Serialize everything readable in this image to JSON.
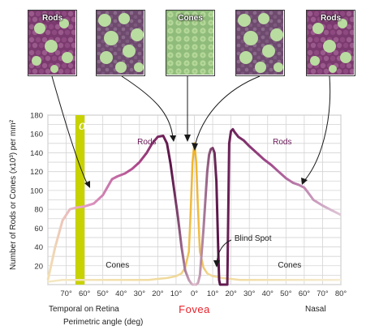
{
  "tiles": [
    {
      "label": "Rods",
      "kind": "rods"
    },
    {
      "label": "",
      "kind": "mixed"
    },
    {
      "label": "Cones",
      "kind": "cones"
    },
    {
      "label": "",
      "kind": "mixed"
    },
    {
      "label": "Rods",
      "kind": "rods"
    }
  ],
  "chart_data": {
    "type": "line",
    "panel_letter": "α",
    "ylabel": "Number of Rods or Cones (x10³) per mm²",
    "xlabel": "Perimetric angle (deg)",
    "x_left_note": "Temporal on Retina",
    "x_right_note": "Nasal",
    "x_center_label": "Fovea",
    "xlim": [
      -80,
      80
    ],
    "ylim": [
      0,
      180
    ],
    "y_ticks": [
      20,
      40,
      60,
      80,
      100,
      120,
      140,
      160,
      180
    ],
    "x_ticks": [
      {
        "value": -70,
        "label": "70°"
      },
      {
        "value": -60,
        "label": "60°"
      },
      {
        "value": -50,
        "label": "50°"
      },
      {
        "value": -40,
        "label": "40°"
      },
      {
        "value": -30,
        "label": "30°"
      },
      {
        "value": -20,
        "label": "20°"
      },
      {
        "value": -10,
        "label": "10°"
      },
      {
        "value": 0,
        "label": "0°"
      },
      {
        "value": 10,
        "label": "10°"
      },
      {
        "value": 20,
        "label": "20°"
      },
      {
        "value": 30,
        "label": "30°"
      },
      {
        "value": 40,
        "label": "40°"
      },
      {
        "value": 50,
        "label": "50°"
      },
      {
        "value": 60,
        "label": "60°"
      },
      {
        "value": 70,
        "label": "70°"
      },
      {
        "value": 80,
        "label": "80°"
      }
    ],
    "blind_spot_band": [
      -65,
      -60
    ],
    "series": [
      {
        "name": "Rods",
        "color": "#6a1b5a",
        "x": [
          -80,
          -76,
          -72,
          -68,
          -64,
          -60,
          -55,
          -50,
          -45,
          -42,
          -38,
          -34,
          -30,
          -26,
          -23,
          -20,
          -17,
          -15,
          -13,
          -11,
          -9,
          -7,
          -5,
          -3,
          -2,
          -1,
          0,
          1,
          2,
          3,
          5,
          7,
          8,
          9,
          10,
          11,
          12,
          13,
          13.5,
          14,
          15,
          16,
          17,
          18,
          19,
          20,
          21,
          22,
          24,
          27,
          30,
          34,
          38,
          42,
          46,
          50,
          54,
          57,
          60,
          62,
          65,
          70,
          75,
          80
        ],
        "y": [
          5,
          40,
          68,
          80,
          82,
          83,
          86,
          95,
          112,
          115,
          118,
          123,
          130,
          140,
          150,
          157,
          158,
          150,
          128,
          100,
          72,
          40,
          15,
          5,
          2,
          0,
          0,
          0,
          2,
          10,
          60,
          120,
          138,
          144,
          145,
          140,
          110,
          40,
          5,
          0,
          0,
          0,
          0,
          0,
          150,
          163,
          165,
          162,
          157,
          153,
          147,
          140,
          133,
          127,
          120,
          113,
          108,
          106,
          103,
          98,
          90,
          84,
          79,
          74
        ]
      },
      {
        "name": "Cones",
        "color": "#e8b020",
        "x": [
          -80,
          -76,
          -72,
          -68,
          -64,
          -60,
          -55,
          -50,
          -45,
          -40,
          -35,
          -30,
          -25,
          -20,
          -15,
          -10,
          -7,
          -5,
          -3,
          -2,
          -1,
          0,
          1,
          2,
          3,
          5,
          7,
          10,
          13,
          15,
          20,
          25,
          30,
          35,
          40,
          45,
          50,
          55,
          60,
          65,
          70,
          75,
          80
        ],
        "y": [
          3,
          4,
          5,
          5,
          5,
          5,
          5,
          5,
          5,
          5,
          5,
          5,
          5,
          6,
          7,
          9,
          12,
          18,
          35,
          80,
          130,
          150,
          130,
          80,
          35,
          18,
          12,
          9,
          8,
          7,
          6,
          5,
          5,
          5,
          5,
          5,
          5,
          5,
          5,
          5,
          5,
          5,
          5
        ]
      }
    ],
    "annotations": [
      "Rods",
      "Rods",
      "Cones",
      "Cones",
      "Blind Spot"
    ]
  }
}
